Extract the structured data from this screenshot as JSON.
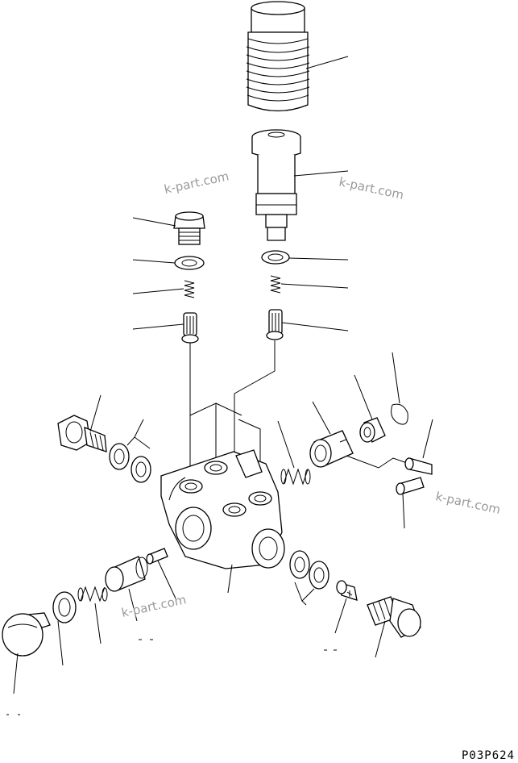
{
  "watermarks": [
    "k-part.com",
    "k-part.com",
    "k-part.com",
    "k-part.com"
  ],
  "drawing_code": "P03P624",
  "colors": {
    "line": "#000000",
    "watermark": "#9a9a9a",
    "background": "#ffffff"
  }
}
